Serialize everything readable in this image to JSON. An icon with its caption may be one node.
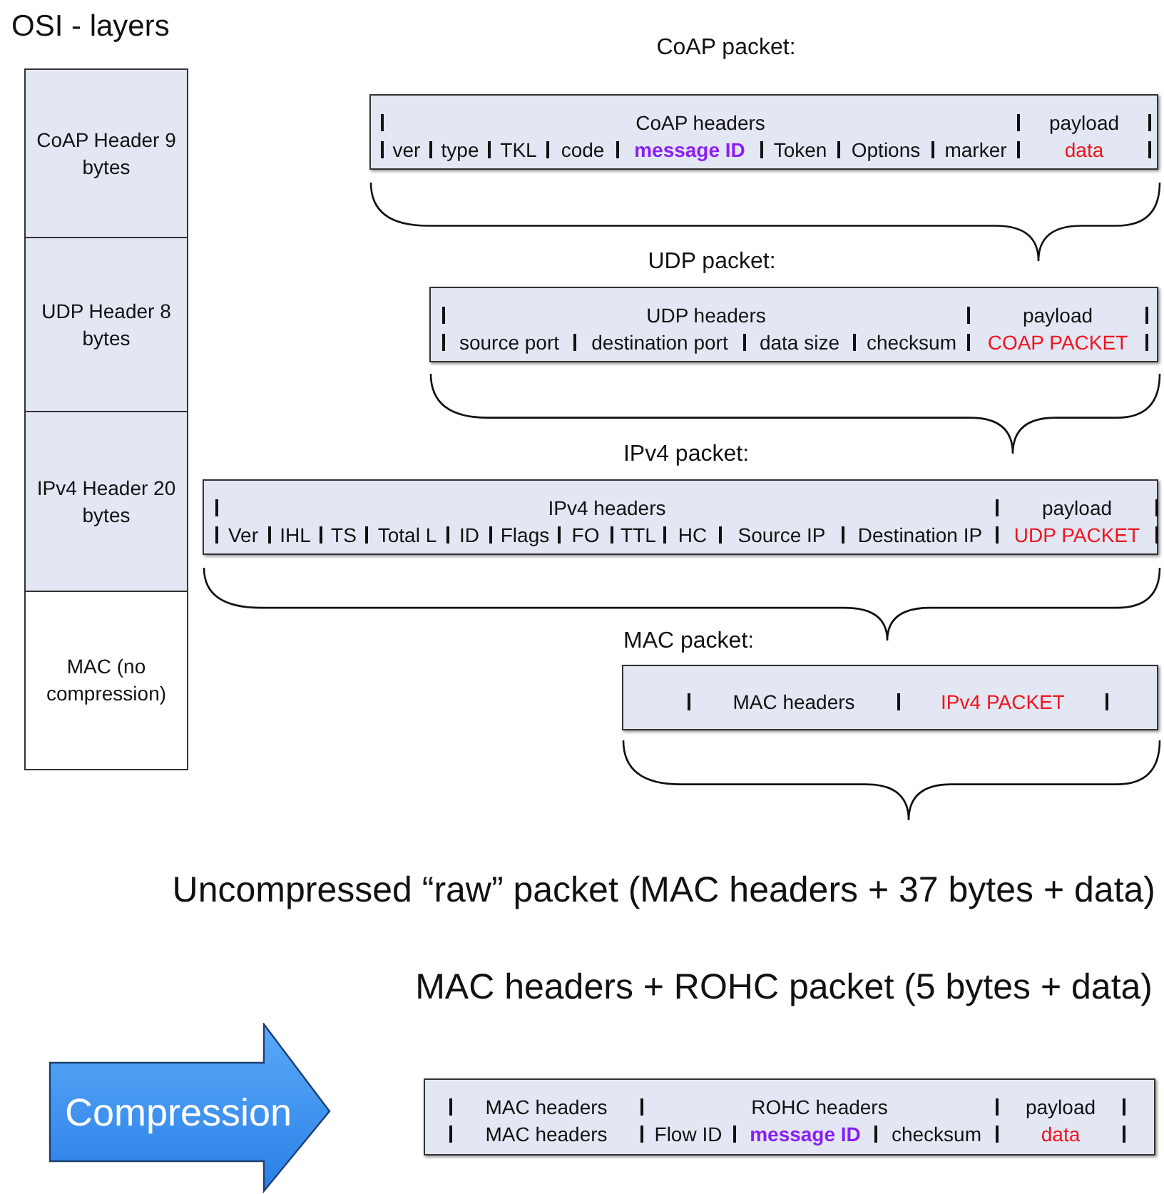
{
  "diagram": {
    "nodes": [
      {
        "text": [
          "CoAP Header 9 bytes"
        ]
      },
      {
        "text": [
          "UDP Header 8 bytes"
        ]
      },
      {
        "text": [
          "IPv4 Header 20 bytes"
        ]
      },
      {
        "text": [
          "MAC (no compression)"
        ]
      },
      {
        "text": [
          "CoAP packet:",
          "CoAP headers",
          "payload",
          "ver",
          "type",
          "TKL",
          "code",
          "message ID",
          "Token",
          "Options",
          "marker",
          "data"
        ]
      },
      {
        "text": [
          "UDP packet:",
          "UDP headers",
          "payload",
          "source port",
          "destination port",
          "data size",
          "checksum",
          "COAP PACKET"
        ]
      },
      {
        "text": [
          "IPv4 packet:",
          "IPv4 headers",
          "payload",
          "Ver",
          "IHL",
          "TS",
          "Total L",
          "ID",
          "Flags",
          "FO",
          "TTL",
          "HC",
          "Source IP",
          "Destination IP",
          "UDP PACKET"
        ]
      },
      {
        "text": [
          "MAC packet:",
          "MAC headers",
          "IPv4 PACKET"
        ]
      },
      {
        "text": [
          "Compression"
        ]
      },
      {
        "text": [
          "MAC headers",
          "ROHC headers",
          "payload",
          "MAC headers",
          "Flow ID",
          "message ID",
          "checksum",
          "data"
        ]
      }
    ],
    "labels": [
      "OSI - layers",
      "Uncompressed “raw” packet (MAC headers + 37 bytes + data)",
      "MAC headers + ROHC packet (5 bytes + data)"
    ]
  }
}
